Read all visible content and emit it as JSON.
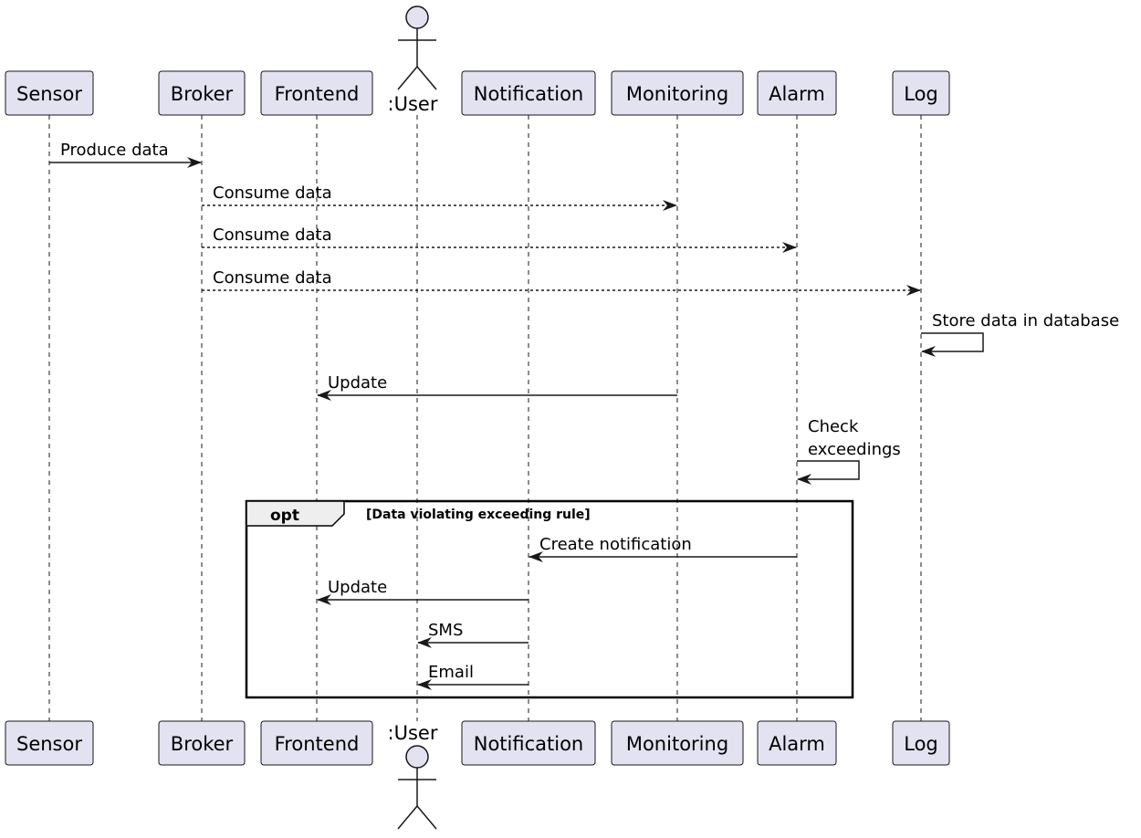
{
  "participants": [
    {
      "id": "sensor",
      "label": "Sensor",
      "kind": "box"
    },
    {
      "id": "broker",
      "label": "Broker",
      "kind": "box"
    },
    {
      "id": "frontend",
      "label": "Frontend",
      "kind": "box"
    },
    {
      "id": "user",
      "label": ":User",
      "kind": "actor"
    },
    {
      "id": "notification",
      "label": "Notification",
      "kind": "box"
    },
    {
      "id": "monitoring",
      "label": "Monitoring",
      "kind": "box"
    },
    {
      "id": "alarm",
      "label": "Alarm",
      "kind": "box"
    },
    {
      "id": "log",
      "label": "Log",
      "kind": "box"
    }
  ],
  "messages": [
    {
      "from": "sensor",
      "to": "broker",
      "label": "Produce data",
      "style": "solid"
    },
    {
      "from": "broker",
      "to": "monitoring",
      "label": "Consume data",
      "style": "dashed"
    },
    {
      "from": "broker",
      "to": "alarm",
      "label": "Consume data",
      "style": "dashed"
    },
    {
      "from": "broker",
      "to": "log",
      "label": "Consume data",
      "style": "dashed"
    },
    {
      "from": "log",
      "to": "log",
      "label": "Store data in database",
      "style": "solid"
    },
    {
      "from": "monitoring",
      "to": "frontend",
      "label": "Update",
      "style": "solid"
    },
    {
      "from": "alarm",
      "to": "alarm",
      "label": "Check\nexceedings",
      "style": "solid"
    },
    {
      "from": "alarm",
      "to": "notification",
      "label": "Create notification",
      "style": "solid"
    },
    {
      "from": "notification",
      "to": "frontend",
      "label": "Update",
      "style": "solid"
    },
    {
      "from": "notification",
      "to": "user",
      "label": "SMS",
      "style": "solid"
    },
    {
      "from": "notification",
      "to": "user",
      "label": "Email",
      "style": "solid"
    }
  ],
  "fragment": {
    "keyword": "opt",
    "guard": "[Data violating exceeding rule]"
  }
}
